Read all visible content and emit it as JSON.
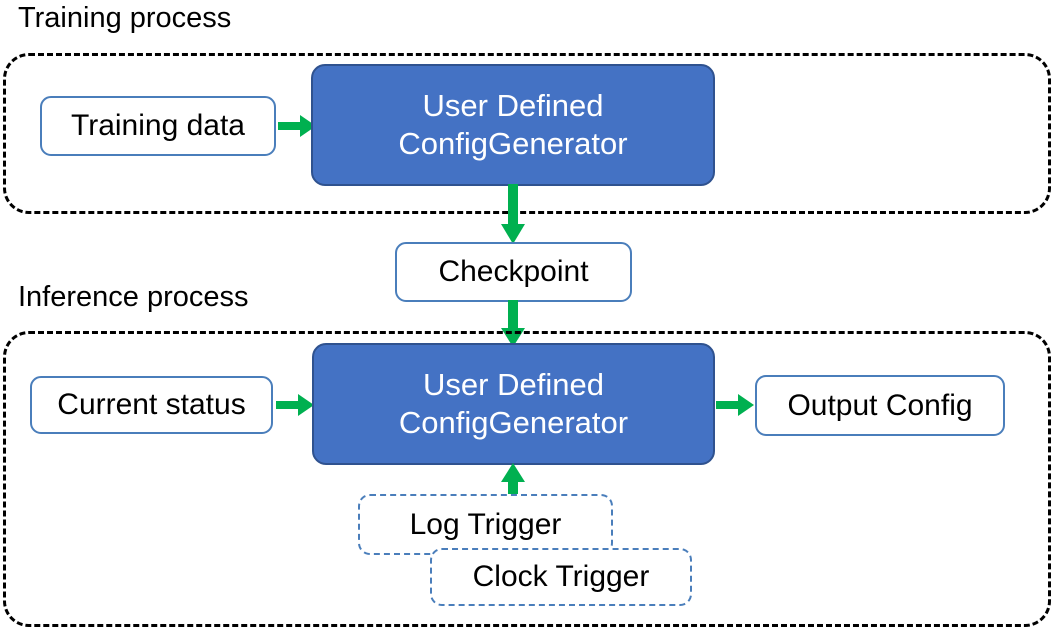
{
  "diagram": {
    "title_training": "Training process",
    "title_inference": "Inference process",
    "colors": {
      "process_fill": "#4472C4",
      "process_stroke": "#2F528F",
      "io_stroke": "#4A7EBB",
      "arrow": "#00B050",
      "container_stroke": "#000000",
      "trigger_stroke": "#4A7EBB",
      "background": "#FFFFFF",
      "text_dark": "#000000",
      "text_light": "#FFFFFF"
    }
  },
  "training": {
    "caption": "Training process",
    "input_box": "Training data",
    "process_box": {
      "line1": "User Defined",
      "line2": "ConfigGenerator"
    }
  },
  "bridge": {
    "checkpoint": "Checkpoint"
  },
  "inference": {
    "caption": "Inference process",
    "input_box": "Current status",
    "process_box": {
      "line1": "User Defined",
      "line2": "ConfigGenerator"
    },
    "output_box": "Output Config",
    "triggers": [
      {
        "label": "Log Trigger"
      },
      {
        "label": "Clock Trigger"
      }
    ]
  },
  "arrows": [
    {
      "name": "training-data-to-generator",
      "direction": "right"
    },
    {
      "name": "training-generator-to-checkpoint",
      "direction": "down"
    },
    {
      "name": "checkpoint-to-inference-generator",
      "direction": "down"
    },
    {
      "name": "current-status-to-generator",
      "direction": "right"
    },
    {
      "name": "generator-to-output-config",
      "direction": "right"
    },
    {
      "name": "log-trigger-to-generator",
      "direction": "up"
    }
  ]
}
